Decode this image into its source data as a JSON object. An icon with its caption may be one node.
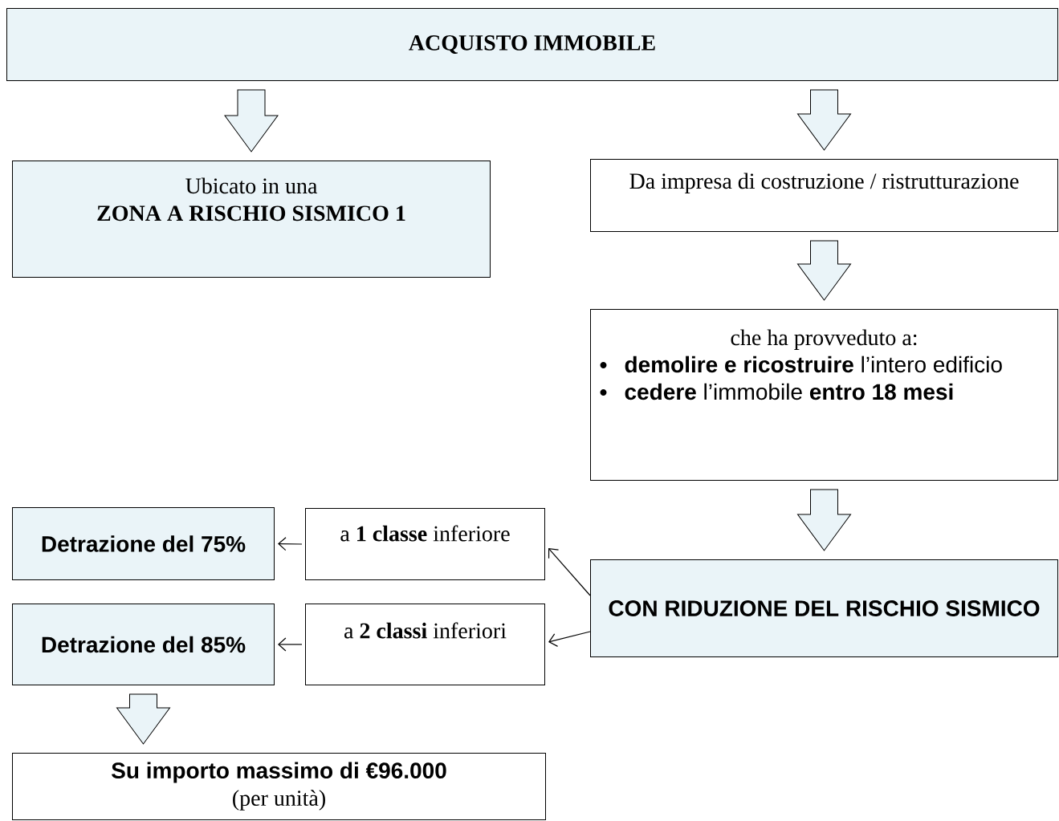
{
  "diagram": {
    "nodes": [
      {
        "text": [
          "ACQUISTO IMMOBILE"
        ]
      },
      {
        "text": [
          "Ubicato in una",
          "ZONA A RISCHIO SISMICO 1"
        ]
      },
      {
        "text": [
          "Da impresa di costruzione / ristrutturazione"
        ]
      },
      {
        "text": [
          "che ha provveduto a:",
          "**demolire e ricostruire** l’intero edificio",
          "**cedere** l’immobile **entro 18 mesi**"
        ]
      },
      {
        "text": [
          "CON RIDUZIONE DEL RISCHIO SISMICO"
        ]
      },
      {
        "text": [
          "a **1 classe** inferiore"
        ]
      },
      {
        "text": [
          "Detrazione del 75%"
        ]
      },
      {
        "text": [
          "a **2 classi** inferiori"
        ]
      },
      {
        "text": [
          "Detrazione del 85%"
        ]
      },
      {
        "text": [
          "Su importo massimo di €96.000",
          "(per unità)"
        ]
      }
    ],
    "edges": [
      {
        "from": 0,
        "to": 1,
        "arrow": "to",
        "style": "thick"
      },
      {
        "from": 0,
        "to": 2,
        "arrow": "to",
        "style": "thick"
      },
      {
        "from": 2,
        "to": 3,
        "arrow": "to",
        "style": "thick"
      },
      {
        "from": 3,
        "to": 4,
        "arrow": "to",
        "style": "thick"
      },
      {
        "from": 4,
        "to": 5,
        "arrow": "to"
      },
      {
        "from": 4,
        "to": 7,
        "arrow": "to"
      },
      {
        "from": 5,
        "to": 6,
        "arrow": "to"
      },
      {
        "from": 7,
        "to": 8,
        "arrow": "to"
      },
      {
        "from": 8,
        "to": 9,
        "arrow": "to",
        "style": "thick"
      }
    ]
  }
}
